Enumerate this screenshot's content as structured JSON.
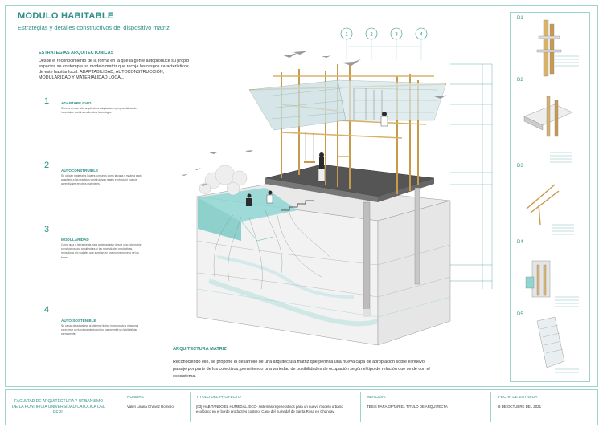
{
  "header": {
    "title": "MODULO HABITABLE",
    "subtitle": "Estrategias y detalles constructivos del dispositivo matriz"
  },
  "strategies": {
    "heading": "ESTRATEGIAS ARQUITECTONICAS",
    "intro": "Desde el reconocimiento de la forma en la que la gente autoproduce su propio espacios se contempla un modelo matriz que recoja los rasgos característicos de este habitar local: ADAPTABILIDAD, AUTOCONSTRUCCIÓN, MODULARIDAD Y MATERIALIDAD LOCAL.",
    "items": [
      {
        "number": "1",
        "title": "ADAPTABILIDAD",
        "text": "Genera un uso sólo arquitectura adaptaciones programáticas de inmediatez social atendiendo a la ecología."
      },
      {
        "number": "2",
        "title": "AUTOCONSTRUIBLE",
        "text": "Se utilizan materiales locales comunes como la caña y madera para adaptarlo a las prácticas constructivas reales e introducir nuevos aprendizajes en otros materiales."
      },
      {
        "number": "3",
        "title": "MODULARIDAD",
        "text": "Como guía o herramienta para poder adaptar desde una sola matriz constructiva una arquitectura, y las necesidades productivas, recreativas y/o sociales que surgiran en una nueva proceso de las fases."
      },
      {
        "number": "4",
        "title": "AUTO SOSTENIBLE",
        "text": "Se capaz de adaptarse al sistema hidrico incorporado y relacional para crear un funcionamiento cíclico que permita su habitabilidad permanente."
      }
    ]
  },
  "matrix": {
    "heading": "ARQUITECTURA MATRIZ",
    "text": "Reconociendo ello, se propone el desarrollo de una arquitectura matriz que permita una nueva capa de apropiación sobre el nuevo paisaje por parte de los colectivos, permitiendo una variedad de posibilidades de ocupación según el tipo de relación que se de con el ecosistema."
  },
  "grid_axes": [
    "1",
    "2",
    "3",
    "4"
  ],
  "details": [
    {
      "label": "D1"
    },
    {
      "label": "D2"
    },
    {
      "label": "D3"
    },
    {
      "label": "D4"
    },
    {
      "label": "D5"
    }
  ],
  "footer": {
    "faculty": "FACULTAD DE ARQUITECTURA Y URBANISMO DE LA PONTIFICIA UNIVERSIDAD CATOLICA DEL PERU",
    "name_label": "NOMBRE",
    "name_value": "Valeri Liliana Chavez Romero",
    "project_label": "TITULO DEL PROYECTO",
    "project_value": "[03] HABITANDO EL HUMEDAL. ECO- sistemas regenerativos para un nuevo modelo urbano ecológico en el borde productivo costero. Caso del humedal de Santa Rosa en Chancay",
    "mention_label": "MENCIÓN:",
    "mention_value": "TESIS PARA OPTAR EL TITULO DE ARQUITECTA",
    "date_label": "FECHA DE ENTREGA",
    "date_value": "8 DE OCTUBRE DEL 2021"
  },
  "colors": {
    "accent": "#2f8f86",
    "border": "#9fd3cc",
    "water": "#8fd6d2",
    "wood": "#d9b26a"
  }
}
